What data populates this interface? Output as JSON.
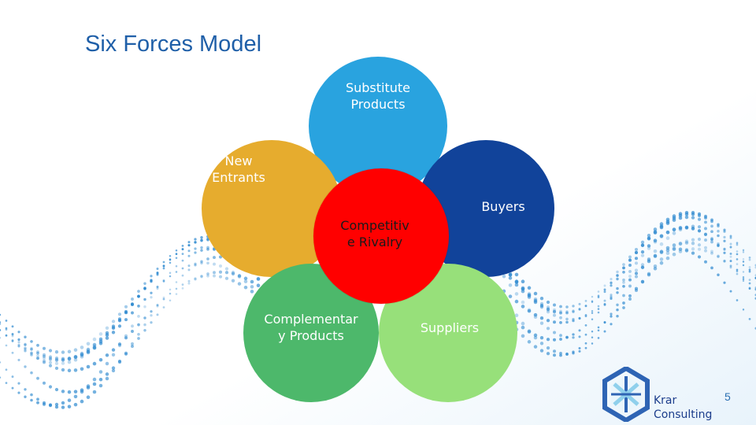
{
  "slide": {
    "title": "Six Forces Model",
    "page_number": "5"
  },
  "diagram": {
    "center": {
      "label": "Competitiv\ne Rivalry",
      "color": "#ff0000"
    },
    "forces": [
      {
        "id": "substitute",
        "label": "Substitute\nProducts",
        "color": "#29a3df"
      },
      {
        "id": "new-entrants",
        "label": "New\nEntrants",
        "color": "#e6ac2e"
      },
      {
        "id": "buyers",
        "label": "Buyers",
        "color": "#11439a"
      },
      {
        "id": "complementary",
        "label": "Complementar\ny Products",
        "color": "#4db86b"
      },
      {
        "id": "suppliers",
        "label": "Suppliers",
        "color": "#97e07a"
      }
    ]
  },
  "logo": {
    "name": "Krar\nConsulting",
    "colors": [
      "#2e64b4",
      "#8fd0ec"
    ]
  },
  "colors": {
    "title": "#1f5fa8",
    "background_dots": "#2b88cf"
  }
}
